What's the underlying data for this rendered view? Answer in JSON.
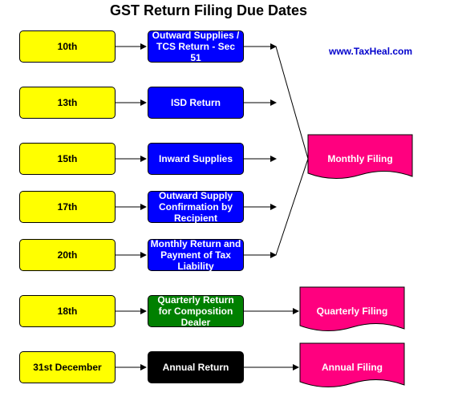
{
  "title": "GST Return Filing Due Dates",
  "website": "www.TaxHeal.com",
  "colors": {
    "date_box": "#ffff00",
    "monthly_return_box": "#0000ff",
    "quarterly_return_box": "#008000",
    "annual_return_box": "#000000",
    "filing_box": "#ff007f"
  },
  "rows": [
    {
      "date": "10th",
      "return": "Outward Supplies / TCS Return - Sec 51"
    },
    {
      "date": "13th",
      "return": "ISD Return"
    },
    {
      "date": "15th",
      "return": "Inward Supplies"
    },
    {
      "date": "17th",
      "return": "Outward Supply Confirmation by Recipient"
    },
    {
      "date": "20th",
      "return": "Monthly Return and Payment of Tax Liability"
    },
    {
      "date": "18th",
      "return": "Quarterly Return for Composition Dealer"
    },
    {
      "date": "31st December",
      "return": "Annual Return"
    }
  ],
  "filings": {
    "monthly": "Monthly Filing",
    "quarterly": "Quarterly Filing",
    "annual": "Annual Filing"
  }
}
